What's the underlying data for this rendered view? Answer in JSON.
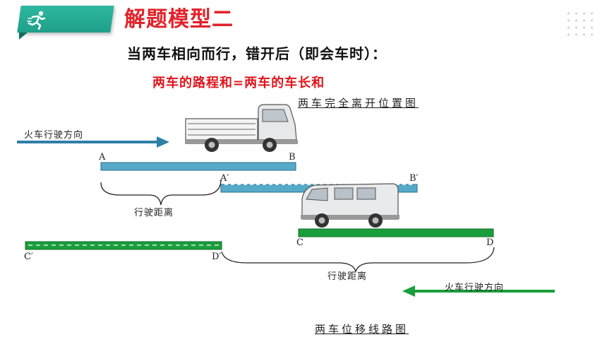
{
  "header": {
    "title": "解题模型二",
    "icon": "runner-icon",
    "accent_color": "#1e9f8a",
    "title_color": "#e0222b"
  },
  "subtitle": "当两车相向而行，错开后（即会车时）：",
  "formula": "两车的路程和=两车的车长和",
  "diagram": {
    "caption_top": "两车完全离开位置图",
    "caption_bottom": "两车位移线路图",
    "direction_label_left": "火车行驶方向",
    "direction_label_right": "火车行驶方向",
    "distance_label_top": "行驶距离",
    "distance_label_bottom": "行驶距离",
    "points": {
      "A": "A",
      "B": "B",
      "A_prime": "A′",
      "B_prime": "B′",
      "C": "C",
      "D": "D",
      "C_prime": "C′",
      "D_prime": "D′"
    },
    "colors": {
      "blue_bar": "#55aac8",
      "green_bar": "#1a9e3c",
      "arrow_left": "#2f7fa8",
      "arrow_right": "#1a9e3c"
    }
  }
}
